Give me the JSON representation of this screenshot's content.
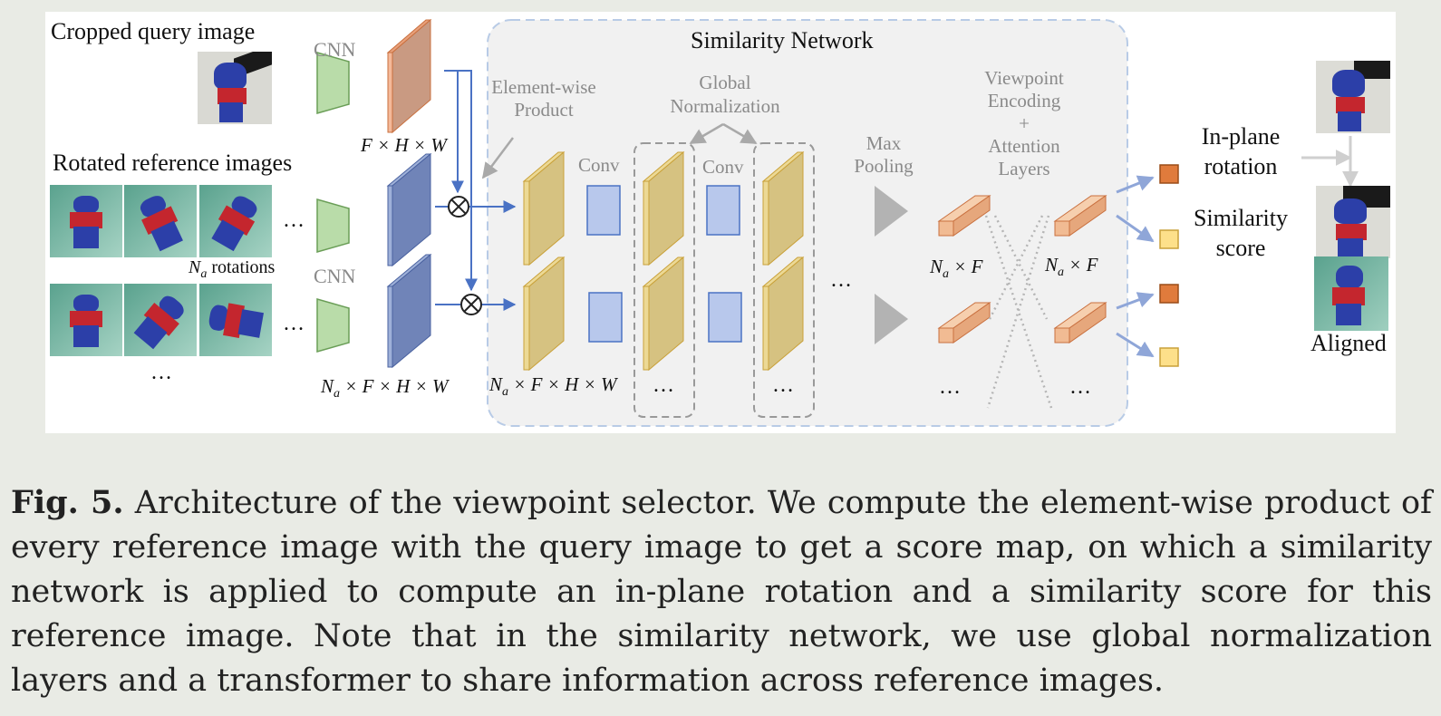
{
  "labels": {
    "cropped_query": "Cropped query image",
    "rotated_refs": "Rotated reference images",
    "cnn_top": "CNN",
    "cnn_bottom": "CNN",
    "fhw": "F × H × W",
    "na_rotations_sym": "N",
    "na_sub": "a",
    "na_rotations_word": " rotations",
    "nafhw_left": "N_a × F × H × W",
    "nafhw_mid": "N_a × F × H × W",
    "similarity_network": "Similarity Network",
    "elementwise_1": "Element-wise",
    "elementwise_2": "Product",
    "global_norm_1": "Global",
    "global_norm_2": "Normalization",
    "conv_1": "Conv",
    "conv_2": "Conv",
    "max_pool_1": "Max",
    "max_pool_2": "Pooling",
    "vp_1": "Viewpoint",
    "vp_2": "Encoding",
    "vp_3": "+",
    "vp_4": "Attention",
    "vp_5": "Layers",
    "naf_left": "N_a × F",
    "naf_right": "N_a × F",
    "inplane_1": "In-plane",
    "inplane_2": "rotation",
    "simscore_1": "Similarity",
    "simscore_2": "score",
    "aligned": "Aligned",
    "ellipsis": "…"
  },
  "caption": {
    "lead": "Fig. 5.",
    "text": " Architecture of the viewpoint selector. We compute the element-wise product of every reference image with the query image to get a score map, on which a similarity network is applied to compute an in-plane rotation and a similarity score for this reference image. Note that in the similarity network, we use global normalization layers and a transformer to share information across reference images."
  },
  "colors": {
    "query_feature": "#f4b999",
    "ref_feature": "#7b8fc0",
    "yellow_feature": "#d9c383",
    "conv_block": "#b8c8ec",
    "cnn_block": "#b9dca9",
    "orange_token": "#f1bb93",
    "arrow_blue": "#4a72c4",
    "out_orange": "#e07b3c",
    "out_yellow": "#fde08a"
  }
}
